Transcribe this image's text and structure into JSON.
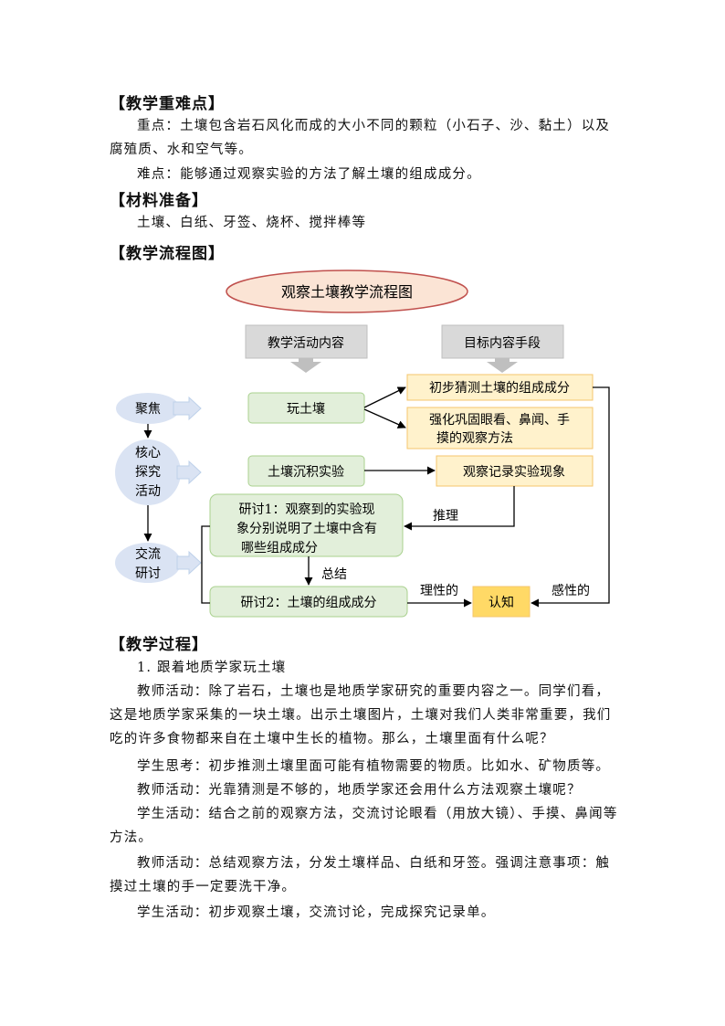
{
  "sections": {
    "key_points": {
      "heading": "【教学重难点】",
      "focus": "重点：土壤包含岩石风化而成的大小不同的颗粒（小石子、沙、黏土）以及腐殖质、水和空气等。",
      "difficulty": "难点：能够通过观察实验的方法了解土壤的组成成分。"
    },
    "materials": {
      "heading": "【材料准备】",
      "items": "土壤、白纸、牙签、烧杯、搅拌棒等"
    },
    "flowchart": {
      "heading": "【教学流程图】",
      "title": "观察土壤教学流程图",
      "col_activity": "教学活动内容",
      "col_goal": "目标内容手段",
      "stage_focus": "聚焦",
      "stage_core_1": "核心",
      "stage_core_2": "探究",
      "stage_core_3": "活动",
      "stage_discuss_1": "交流",
      "stage_discuss_2": "研讨",
      "act_play": "玩土壤",
      "act_sediment": "土壤沉积实验",
      "goal_guess": "初步猜测土壤的组成成分",
      "goal_senses_1": "强化巩固眼看、鼻闻、手",
      "goal_senses_2": "摸的观察方法",
      "goal_record": "观察记录实验现象",
      "discuss1_1": "研讨1：观察到的实验现",
      "discuss1_2": "象分别说明了土壤中含有",
      "discuss1_3": "哪些组成成分",
      "discuss2": "研讨2：土壤的组成成分",
      "label_infer": "推理",
      "label_summary": "总结",
      "label_rational": "理性的",
      "label_perceptual": "感性的",
      "cognition": "认知"
    },
    "process": {
      "heading": "【教学过程】",
      "item1": "1.  跟着地质学家玩土壤",
      "p1": "教师活动：除了岩石，土壤也是地质学家研究的重要内容之一。同学们看，这是地质学家采集的一块土壤。出示土壤图片，土壤对我们人类非常重要，我们吃的许多食物都来自在土壤中生长的植物。那么，土壤里面有什么呢？",
      "p2": "学生思考：初步推测土壤里面可能有植物需要的物质。比如水、矿物质等。",
      "p3": "教师活动：光靠猜测是不够的，地质学家还会用什么方法观察土壤呢？",
      "p4": "学生活动：结合之前的观察方法，交流讨论眼看（用放大镜）、手摸、鼻闻等方法。",
      "p5": "教师活动：总结观察方法，分发土壤样品、白纸和牙签。强调注意事项：触摸过土壤的手一定要洗干净。",
      "p6": "学生活动：初步观察土壤，交流讨论，完成探究记录单。"
    }
  },
  "colors": {
    "title_fill": "#fbe4d5",
    "title_stroke": "#c0504d",
    "gray_box": "#d9d9d9",
    "green_fill": "#e2efda",
    "green_stroke": "#a9d18e",
    "yellow_fill": "#fff2cc",
    "yellow_stroke": "#f4c66c",
    "cognition_fill": "#ffd966",
    "stage_fill": "#dae3f3",
    "arrow_gray": "#bfbfbf"
  }
}
